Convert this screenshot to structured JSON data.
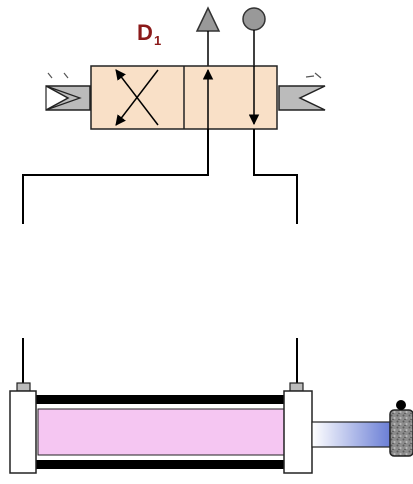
{
  "valve": {
    "label": "D",
    "label_subscript": "1",
    "body_color": "#f9e0c7",
    "label_color": "#8b1a1a"
  },
  "cylinder": {
    "bore_color": "#f5c6f2",
    "rod_color_start": "#ffffff",
    "rod_color_end": "#6b7fd6",
    "barrel_wall_color": "#000000"
  },
  "ports": {
    "exhaust_symbol": "triangle",
    "pressure_symbol": "circle",
    "symbol_fill": "#999999"
  },
  "solenoid": {
    "fill": "#bbbbbb"
  }
}
